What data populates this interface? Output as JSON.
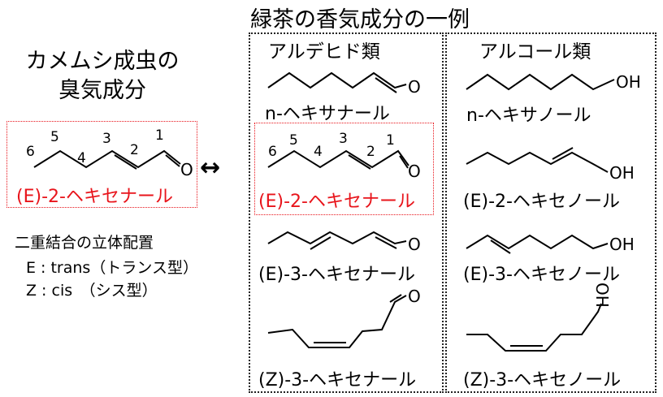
{
  "main_title": "緑茶の香気成分の一例",
  "left": {
    "heading_line1": "カメムシ成虫の",
    "heading_line2": "臭気成分",
    "compound": "(E)-2-ヘキセナール",
    "carbon_numbers": [
      "1",
      "2",
      "3",
      "4",
      "5",
      "6"
    ],
    "config_title": "二重結合の立体配置",
    "config_e": "E : trans（トランス型）",
    "config_z": "Z : cis　（シス型）"
  },
  "arrow": "↔",
  "aldehydes": {
    "header": "アルデヒド類",
    "atom_o": "O",
    "carbon_numbers": [
      "1",
      "2",
      "3",
      "4",
      "5",
      "6"
    ],
    "items": [
      "n-ヘキサナール",
      "(E)-2-ヘキセナール",
      "(E)-3-ヘキセナール",
      "(Z)-3-ヘキセナール"
    ]
  },
  "alcohols": {
    "header": "アルコール類",
    "atom_oh": "OH",
    "items": [
      "n-ヘキサノール",
      "(E)-2-ヘキセノール",
      "(E)-3-ヘキセノール",
      "(Z)-3-ヘキセノール"
    ]
  },
  "colors": {
    "highlight": "#e8141b",
    "line": "#000000"
  }
}
